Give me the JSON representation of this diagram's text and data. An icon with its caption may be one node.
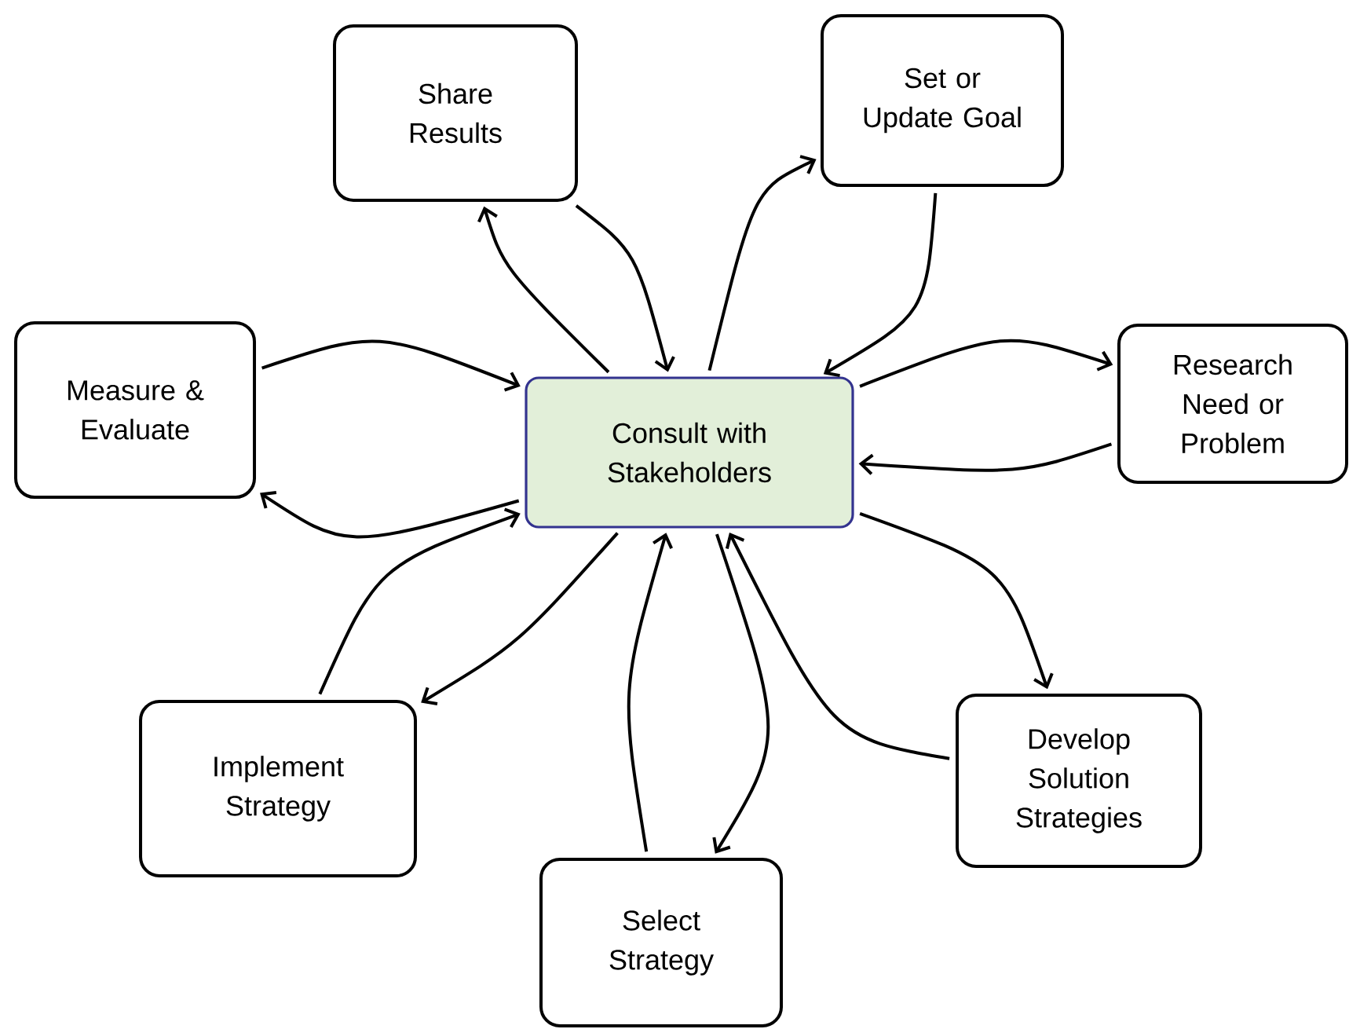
{
  "diagram": {
    "nodes": [
      {
        "text": [
          "Consult with Stakeholders"
        ]
      },
      {
        "text": [
          "Share Results"
        ]
      },
      {
        "text": [
          "Set or Update Goal"
        ]
      },
      {
        "text": [
          "Research Need or Problem"
        ]
      },
      {
        "text": [
          "Develop Solution Strategies"
        ]
      },
      {
        "text": [
          "Select Strategy"
        ]
      },
      {
        "text": [
          "Implement Strategy"
        ]
      },
      {
        "text": [
          "Measure & Evaluate"
        ]
      }
    ],
    "edges": [
      {
        "from": 1,
        "to": 0,
        "arrow": "to"
      },
      {
        "from": 0,
        "to": 1,
        "arrow": "to"
      },
      {
        "from": 0,
        "to": 2,
        "arrow": "to"
      },
      {
        "from": 2,
        "to": 0,
        "arrow": "to"
      },
      {
        "from": 0,
        "to": 3,
        "arrow": "to"
      },
      {
        "from": 3,
        "to": 0,
        "arrow": "to"
      },
      {
        "from": 0,
        "to": 4,
        "arrow": "to"
      },
      {
        "from": 4,
        "to": 0,
        "arrow": "to"
      },
      {
        "from": 0,
        "to": 5,
        "arrow": "to"
      },
      {
        "from": 5,
        "to": 0,
        "arrow": "to"
      },
      {
        "from": 0,
        "to": 6,
        "arrow": "to"
      },
      {
        "from": 6,
        "to": 0,
        "arrow": "to"
      },
      {
        "from": 0,
        "to": 7,
        "arrow": "to"
      },
      {
        "from": 7,
        "to": 0,
        "arrow": "to"
      }
    ]
  }
}
